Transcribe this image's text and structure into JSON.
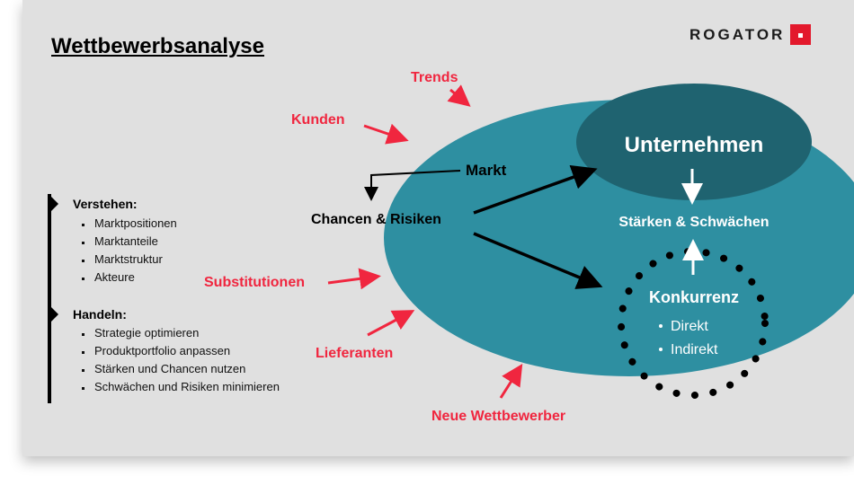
{
  "title": "Wettbewerbsanalyse",
  "logo": {
    "text": "ROGATOR"
  },
  "colors": {
    "outer_ellipse": "#2e8fa1",
    "inner_ellipse": "#1f6370",
    "red_label": "#f0263f",
    "background": "#e0e0e0"
  },
  "sections": [
    {
      "heading": "Verstehen:",
      "items": [
        "Marktpositionen",
        "Marktanteile",
        "Marktstruktur",
        "Akteure"
      ]
    },
    {
      "heading": "Handeln:",
      "items": [
        "Strategie optimieren",
        "Produktportfolio anpassen",
        "Stärken und Chancen nutzen",
        "Schwächen und Risiken minimieren"
      ]
    }
  ],
  "diagram": {
    "markt": "Markt",
    "chancen_risiken": "Chancen & Risiken",
    "unternehmen": "Unternehmen",
    "staerken_schwaechen": "Stärken & Schwächen",
    "konkurrenz": "Konkurrenz",
    "konkurrenz_items": [
      "Direkt",
      "Indirekt"
    ],
    "forces": [
      "Trends",
      "Kunden",
      "Substitutionen",
      "Lieferanten",
      "Neue Wettbewerber"
    ]
  }
}
